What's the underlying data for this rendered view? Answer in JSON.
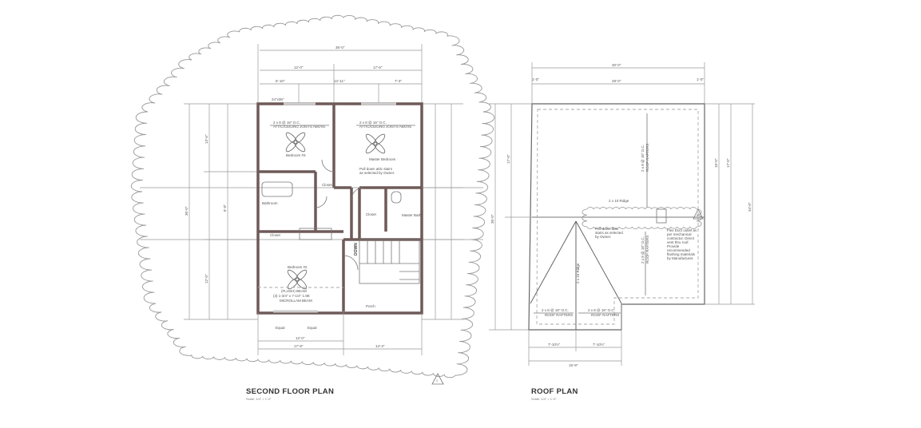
{
  "second_floor": {
    "title": "SECOND FLOOR PLAN",
    "scale": "Scale: 1/4\" = 1'-0\"",
    "dims": {
      "overall": "36'-0\"",
      "left_section": "12'-0\"",
      "right_section": "17'-6\"",
      "sub_a": "6'-10\"",
      "sub_b": "12'-11\"",
      "sub_c": "7'-3\"",
      "bottom_inner": "12'-0\"",
      "bottom_left": "17'-9\"",
      "bottom_right": "14'-3\"",
      "side_overall": "36'-0\"",
      "side_a": "13'-6\"",
      "side_b": "6'-0\"",
      "side_c": "12'-0\""
    },
    "rooms": {
      "bedroom3": "Bedroom #3",
      "master_bedroom": "Master Bedroom",
      "closet1": "Closet",
      "closet2": "Closet",
      "closet3": "Closet",
      "bathroom": "Bathroom",
      "master_bath": "Master Bath",
      "bedroom2": "Bedroom #2",
      "porch": "Porch",
      "down": "DOWN"
    },
    "notes": {
      "joists_left": "2 x 8 @ 16\" O.C.",
      "joists_left_2": "ATTIC/CEILING JOISTS ABOVE",
      "joists_right": "2 x 8 @ 16\" O.C.",
      "joists_right_2": "ATTIC/CEILING JOISTS ABOVE",
      "attic_stairs": "Pull down attic stairs",
      "attic_stairs_2": "as selected by Owner.",
      "beam_1": "(FLUSH) BEAM",
      "beam_2": "(3) 1-3/4\" x 7-1/4\" 1.9E",
      "beam_3": "MICROLLAM BEAM",
      "equal_1": "Equal",
      "equal_2": "Equal",
      "window": "24\"x36\""
    }
  },
  "roof": {
    "title": "ROOF PLAN",
    "scale": "Scale: 1/4\" = 1'-0\"",
    "dims": {
      "overall": "30'-0\"",
      "inner": "28'-0\"",
      "overhang_l": "1'-0\"",
      "overhang_r": "1'-0\"",
      "right_a": "16'-0\"",
      "right_b": "17'-0\"",
      "right_overall": "34'-0\"",
      "left_a": "17'-0\"",
      "left_b": "36'-0\"",
      "bottom_a": "7'-10½\"",
      "bottom_b": "7'-10½\"",
      "bottom_overall": "15'-9\""
    },
    "notes": {
      "ridge_top": "2 x 10 Ridge",
      "ridge_hip": "2 x 10 Ridge",
      "rafters_1": "2 x 8 @ 16\" O.C.",
      "rafters_1b": "ROOF RAFTERS",
      "rafters_2": "2 x 8 @ 16\" O.C.",
      "rafters_2b": "ROOF RAFTERS",
      "rafters_3": "2 x 8 @ 16\" O.C.",
      "rafters_3b": "ROOF RAFTERS",
      "rafters_4": "2 x 8 @ 16\" O.C.",
      "rafters_4b": "ROOF RAFTERS",
      "attic_1": "Pull down attic",
      "attic_2": "stairs as selected",
      "attic_3": "by Owner.",
      "flex_1": "Flex Duct outlet as",
      "flex_2": "per mechanical",
      "flex_3": "contractor. Direct",
      "flex_4": "vent thru roof.",
      "flex_5": "Provide",
      "flex_6": "recommended",
      "flex_7": "flashing materials",
      "flex_8": "by Manufacturer.",
      "revision": "2"
    }
  },
  "revision_floor": "2"
}
